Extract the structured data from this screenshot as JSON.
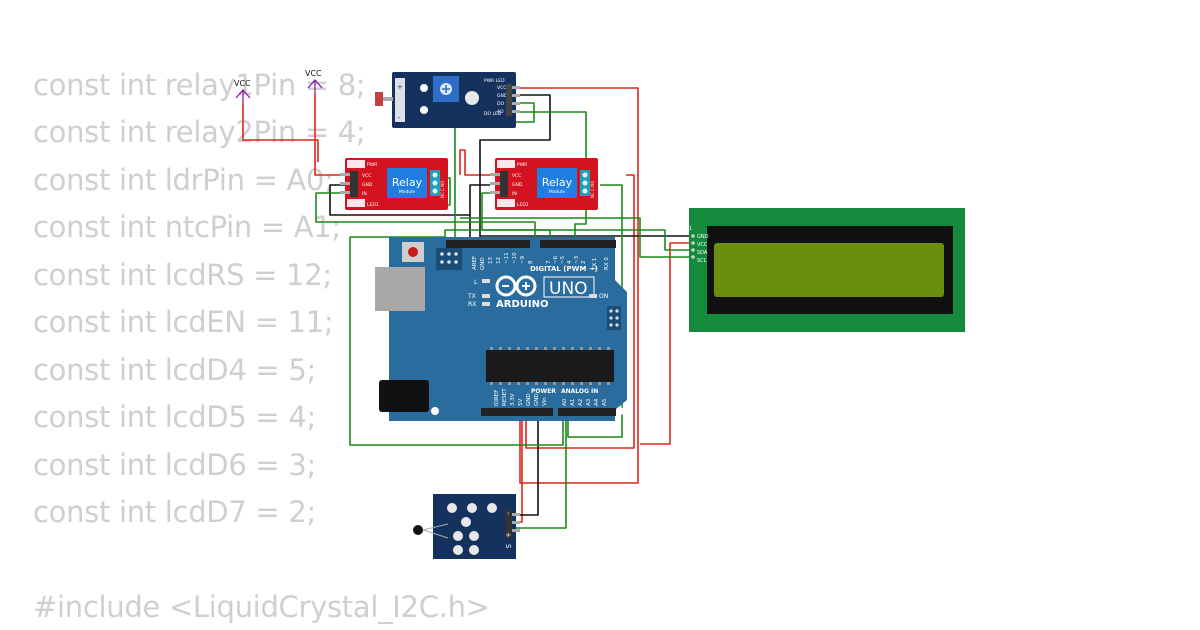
{
  "background_code": [
    "const int relay1Pin = 8;",
    "const int relay2Pin = 4;",
    "const int ldrPin = A0;",
    "const int ntcPin = A1;",
    "const int lcdRS = 12;",
    "const int lcdEN = 11;",
    "const int lcdD4 = 5;",
    "const int lcdD5 = 4;",
    "const int lcdD6 = 3;",
    "const int lcdD7 = 2;",
    "",
    "#include <LiquidCrystal_I2C.h>"
  ],
  "vcc_labels": [
    "VCC",
    "VCC"
  ],
  "ldr_module": {
    "pins": [
      "VCC",
      "GND",
      "DO",
      "AO"
    ],
    "leds": [
      "PWR LED",
      "DO LED"
    ]
  },
  "relays": [
    {
      "label": "Relay",
      "sublabel": "Module",
      "pins": [
        "VCC",
        "GND",
        "IN"
      ],
      "leds": [
        "PWR",
        "LED1"
      ],
      "terminals": "NC C NO"
    },
    {
      "label": "Relay",
      "sublabel": "Module",
      "pins": [
        "VCC",
        "GND",
        "IN"
      ],
      "leds": [
        "PWR",
        "LED1"
      ],
      "terminals": "NC C NO"
    }
  ],
  "lcd": {
    "pins": [
      "GND",
      "VCC",
      "SDA",
      "SCL"
    ],
    "pin_index": "1"
  },
  "arduino": {
    "brand": "ARDUINO",
    "model": "UNO",
    "digital_header": "DIGITAL (PWM ~)",
    "digital_pins": [
      "AREF",
      "GND",
      "13",
      "12",
      "~11",
      "~10",
      "~9",
      "8",
      "7",
      "~6",
      "~5",
      "4",
      "~3",
      "2",
      "TX 1",
      "RX 0"
    ],
    "power_header": "POWER",
    "power_pins": [
      "IOREF",
      "RESET",
      "3.3V",
      "5V",
      "GND",
      "GND",
      "Vin"
    ],
    "analog_header": "ANALOG IN",
    "analog_pins": [
      "A0",
      "A1",
      "A2",
      "A3",
      "A4",
      "A5"
    ],
    "led_labels": [
      "L",
      "TX",
      "RX",
      "ON"
    ]
  },
  "ntc_module": {
    "pins": [
      "-",
      "+",
      "S"
    ]
  },
  "colors": {
    "wire_red": "#e0251b",
    "wire_green": "#1a8a1a",
    "wire_black": "#111111",
    "arduino_blue": "#2a6c9e",
    "relay_red": "#d3131f",
    "lcd_green": "#138a3c",
    "lcd_screen": "#6b8e0f",
    "module_navy": "#15325f",
    "vcc_purple": "#8a1aaa"
  }
}
